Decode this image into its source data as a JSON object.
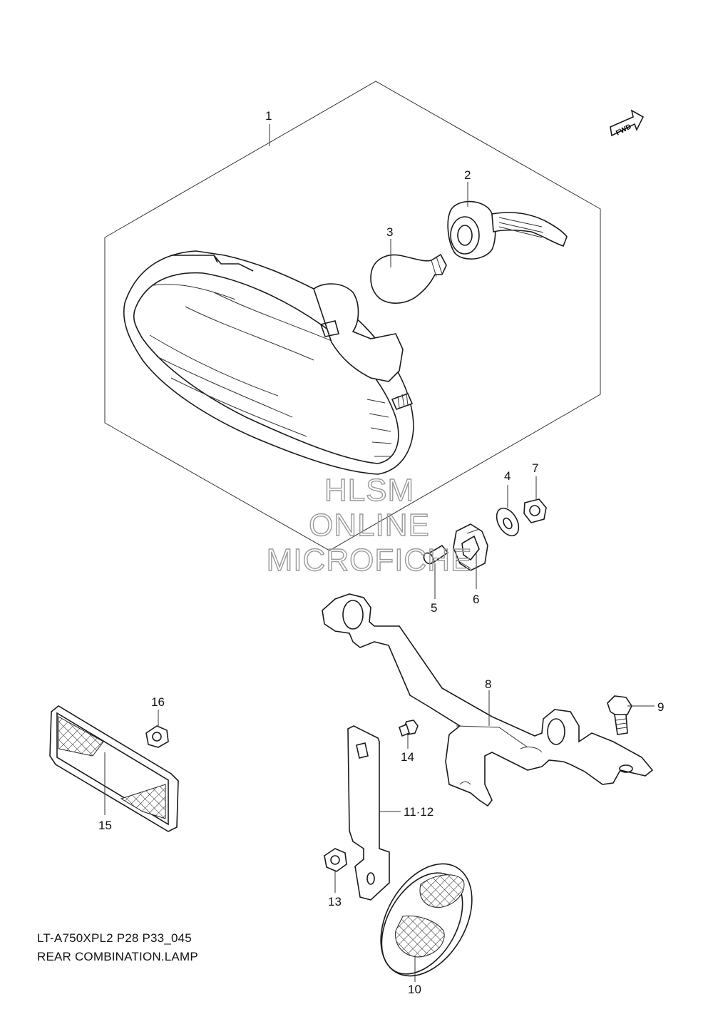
{
  "diagram": {
    "code": "LT-A750XPL2 P28 P33_045",
    "title": "REAR COMBINATION.LAMP",
    "fwd_arrow_label": "FWD",
    "watermark": [
      "HLSM",
      "ONLINE",
      "MICROFICHE"
    ],
    "parts": [
      {
        "id": "p1",
        "label": "1"
      },
      {
        "id": "p2",
        "label": "2"
      },
      {
        "id": "p3",
        "label": "3"
      },
      {
        "id": "p4",
        "label": "4"
      },
      {
        "id": "p5",
        "label": "5"
      },
      {
        "id": "p6",
        "label": "6"
      },
      {
        "id": "p7",
        "label": "7"
      },
      {
        "id": "p8",
        "label": "8"
      },
      {
        "id": "p9",
        "label": "9"
      },
      {
        "id": "p10",
        "label": "10"
      },
      {
        "id": "p11",
        "label": "11·12"
      },
      {
        "id": "p13",
        "label": "13"
      },
      {
        "id": "p14",
        "label": "14"
      },
      {
        "id": "p15",
        "label": "15"
      },
      {
        "id": "p16",
        "label": "16"
      }
    ]
  }
}
